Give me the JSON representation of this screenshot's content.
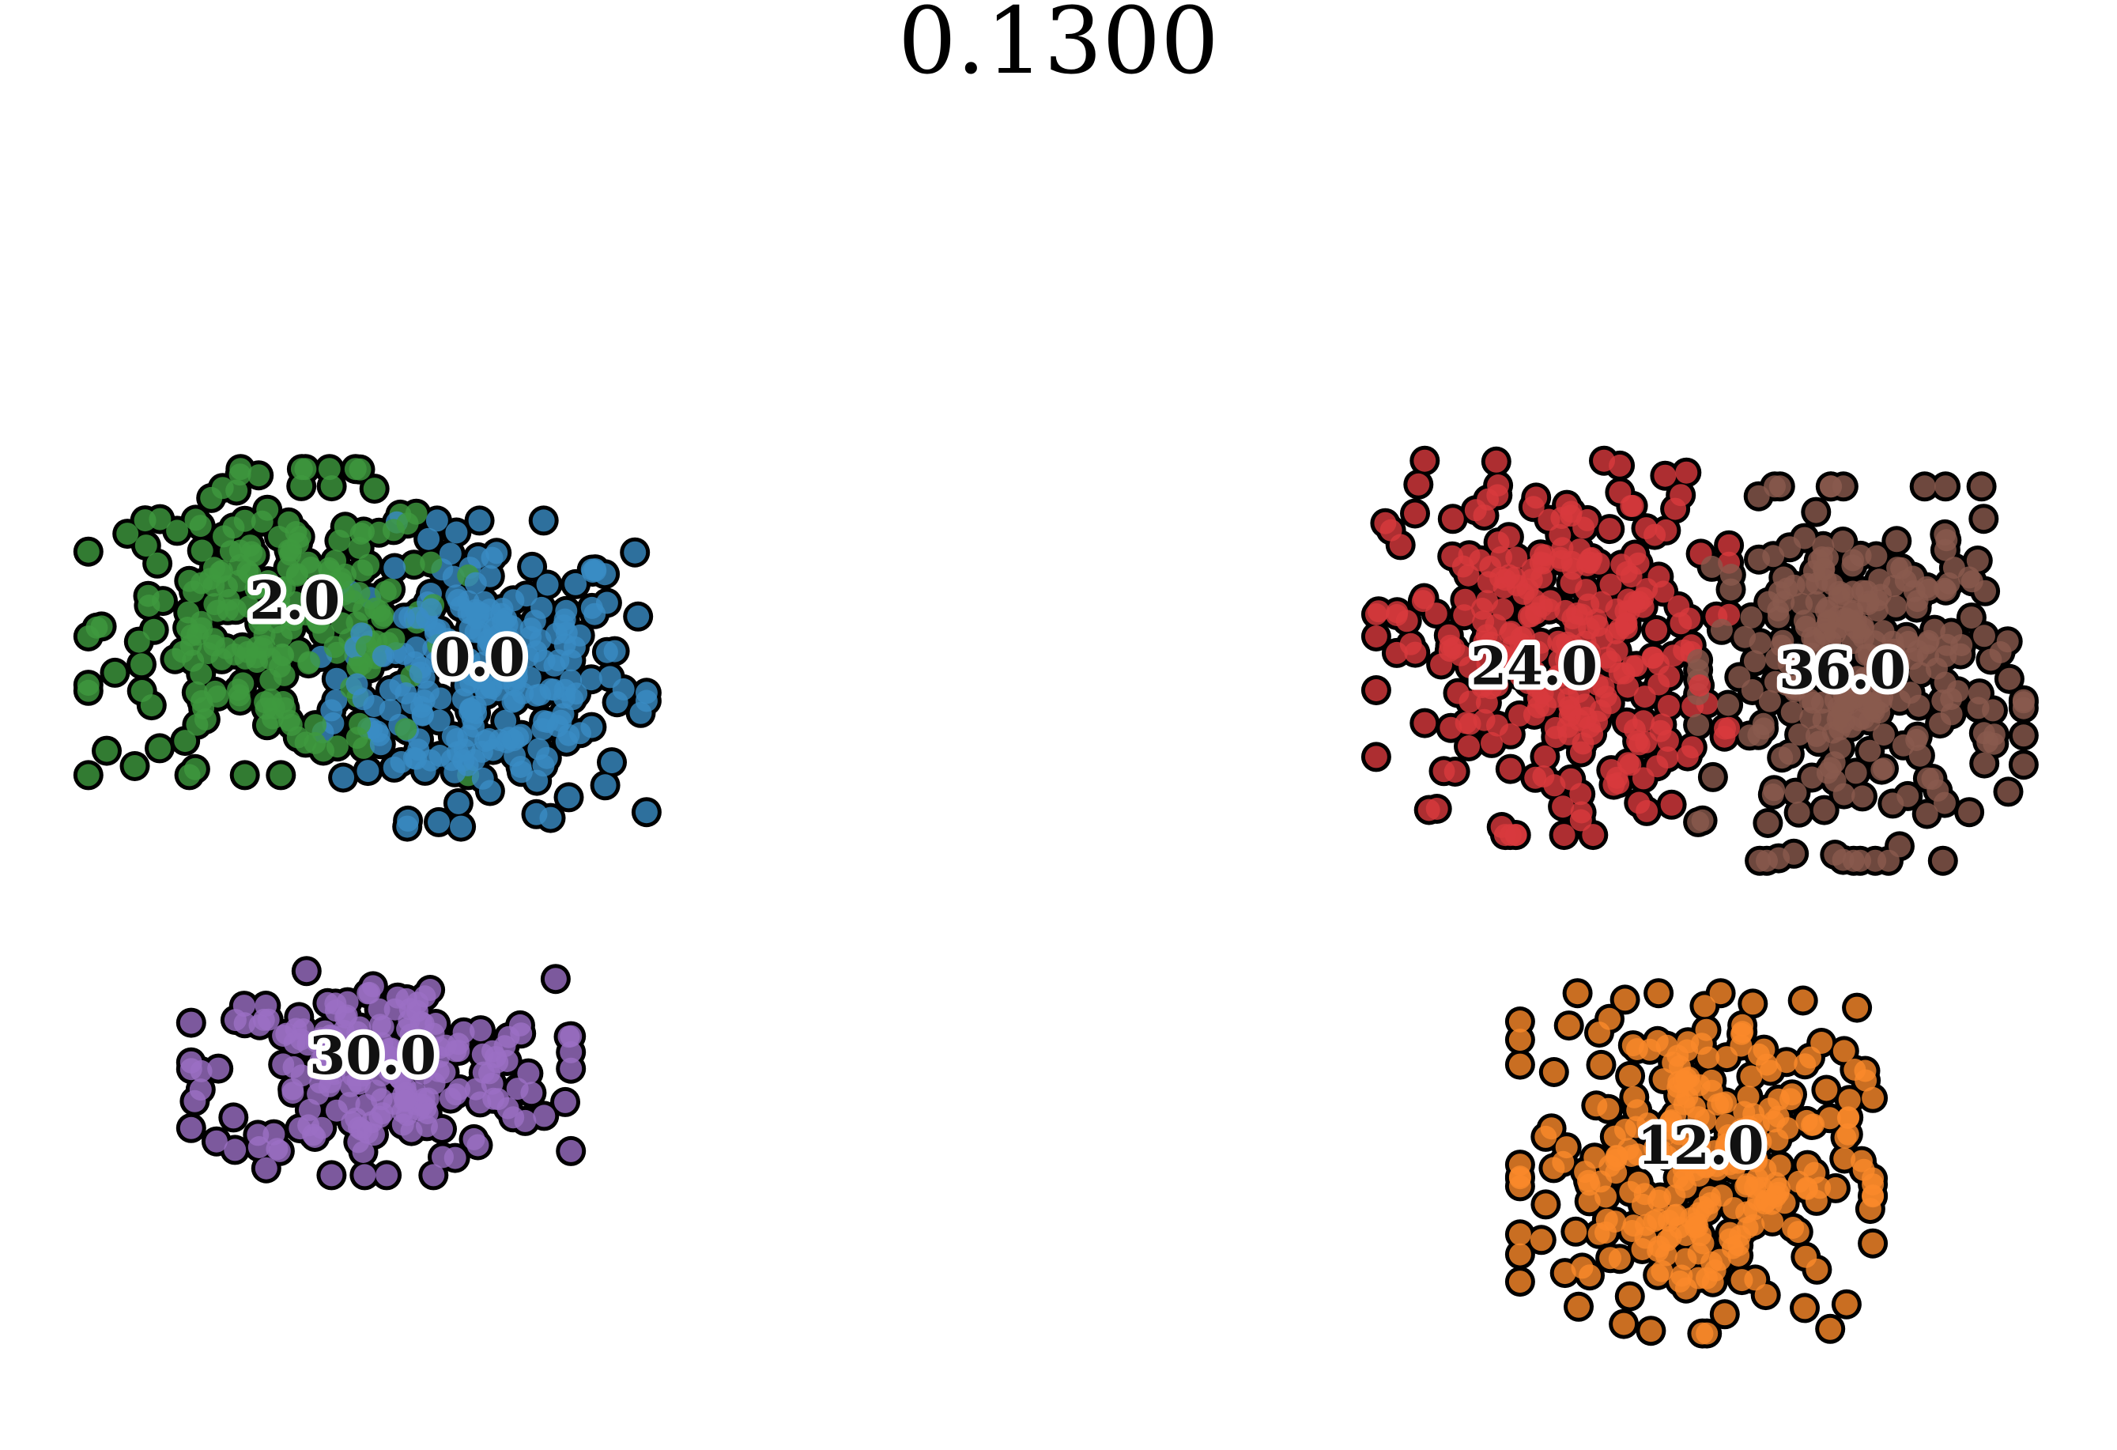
{
  "chart_data": {
    "type": "scatter",
    "title": "0.1300",
    "xlabel": "",
    "ylabel": "",
    "axes_visible": false,
    "grid": false,
    "legend": "none",
    "xlim": [
      0,
      100
    ],
    "ylim": [
      0,
      100
    ],
    "point_style": {
      "outline_color": "#000000",
      "alpha": 0.8
    },
    "series": [
      {
        "name": "0.0",
        "color": "#3a8cc4",
        "center": [
          22,
          60
        ],
        "spread": [
          6,
          9
        ],
        "n": 260,
        "label_position": [
          21.8,
          60.9
        ]
      },
      {
        "name": "2.0",
        "color": "#3f9a3f",
        "center": [
          12,
          64
        ],
        "spread": [
          7,
          9
        ],
        "n": 240,
        "label_position": [
          12.8,
          65.3
        ]
      },
      {
        "name": "30.0",
        "color": "#9b6fc4",
        "center": [
          17,
          29
        ],
        "spread": [
          7,
          6
        ],
        "n": 220,
        "label_position": [
          16.6,
          30.0
        ]
      },
      {
        "name": "24.0",
        "color": "#d83a3d",
        "center": [
          74,
          62
        ],
        "spread": [
          6.5,
          11
        ],
        "n": 320,
        "label_position": [
          73.1,
          60.2
        ]
      },
      {
        "name": "36.0",
        "color": "#8a5a4e",
        "center": [
          89,
          60
        ],
        "spread": [
          6,
          11
        ],
        "n": 290,
        "label_position": [
          88.1,
          59.9
        ]
      },
      {
        "name": "12.0",
        "color": "#fb8a2a",
        "center": [
          81,
          22
        ],
        "spread": [
          6.5,
          10
        ],
        "n": 300,
        "label_position": [
          81.2,
          23.0
        ]
      }
    ]
  }
}
